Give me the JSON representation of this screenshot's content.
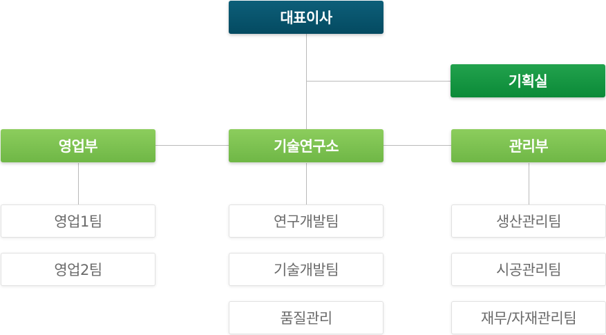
{
  "ceo": "대표이사",
  "planning": "기획실",
  "departments": {
    "sales": {
      "label": "영업부",
      "teams": [
        "영업1팀",
        "영업2팀"
      ]
    },
    "research": {
      "label": "기술연구소",
      "teams": [
        "연구개발팀",
        "기술개발팀",
        "품질관리"
      ]
    },
    "management": {
      "label": "관리부",
      "teams": [
        "생산관리팀",
        "시공관리팀",
        "재무/자재관리팀"
      ]
    }
  }
}
